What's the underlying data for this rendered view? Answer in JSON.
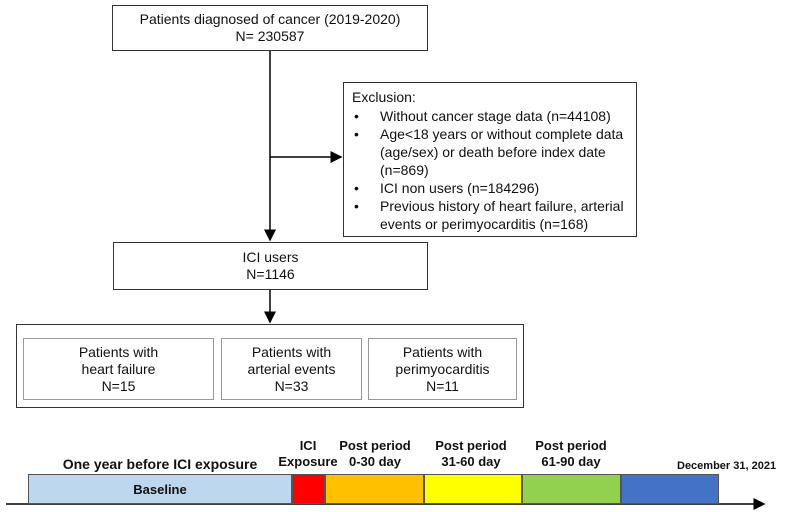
{
  "flow": {
    "top": {
      "line1": "Patients diagnosed of cancer (2019-2020)",
      "line2": "N= 230587"
    },
    "exclusion": {
      "title": "Exclusion:",
      "items": [
        {
          "line1": "Without cancer stage data (n=44108)",
          "line2": "",
          "line3": ""
        },
        {
          "line1": "Age<18 years or without complete data",
          "line2": "(age/sex) or death before index date",
          "line3": "(n=869)"
        },
        {
          "line1": "ICI non users (n=184296)",
          "line2": "",
          "line3": ""
        },
        {
          "line1": "Previous history of heart failure, arterial",
          "line2": "events or perimyocarditis (n=168)",
          "line3": ""
        }
      ]
    },
    "ici_users": {
      "line1": "ICI users",
      "line2": "N=1146"
    },
    "outcomes": [
      {
        "line1": "Patients with",
        "line2": "heart failure",
        "line3": "N=15"
      },
      {
        "line1": "Patients with",
        "line2": "arterial events",
        "line3": "N=33"
      },
      {
        "line1": "Patients with",
        "line2": "perimyocarditis",
        "line3": "N=11"
      }
    ]
  },
  "timeline": {
    "labels": {
      "one_year": "One year before ICI exposure",
      "ici_line1": "ICI",
      "ici_line2": "Exposure",
      "p1_line1": "Post period",
      "p1_line2": "0-30 day",
      "p2_line1": "Post period",
      "p2_line2": "31-60 day",
      "p3_line1": "Post period",
      "p3_line2": "61-90 day",
      "end_date": "December 31, 2021"
    },
    "baseline_label": "Baseline",
    "colors": {
      "baseline": "#bdd7ee",
      "ici": "#ff0000",
      "p1": "#ffc000",
      "p2": "#ffff00",
      "p3": "#92d050",
      "p4": "#4472c4"
    }
  }
}
